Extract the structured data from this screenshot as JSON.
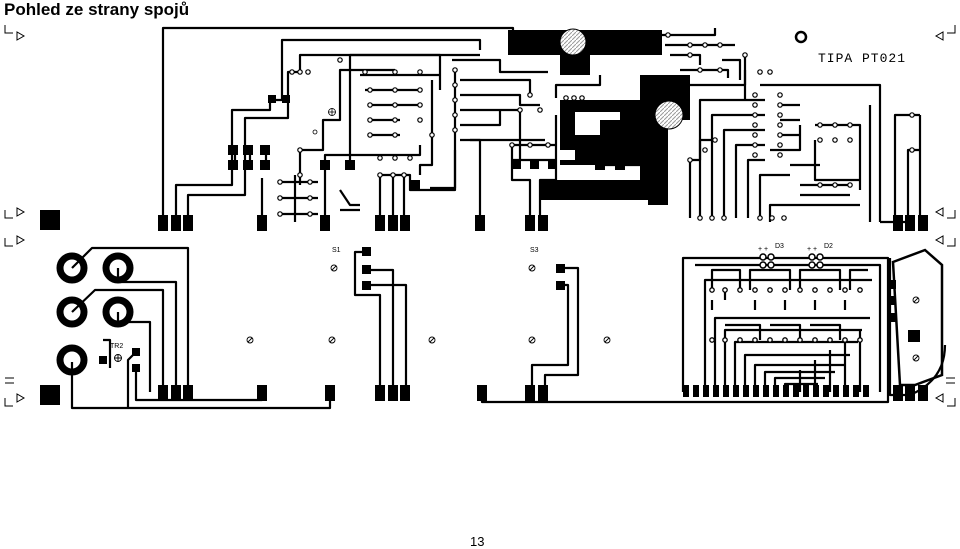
{
  "page": {
    "title": "Pohled ze strany spojů",
    "number": "13"
  },
  "board": {
    "brand_label": "TIPA PT021",
    "labels": {
      "s1": "S1",
      "s3": "S3",
      "tr2": "TR2",
      "d3": "D3",
      "d2": "D2",
      "plus": "+ +"
    }
  },
  "colors": {
    "copper": "#000000",
    "background": "#ffffff",
    "pad_hole": "#ffffff",
    "hatch": "#d9d9d9"
  }
}
